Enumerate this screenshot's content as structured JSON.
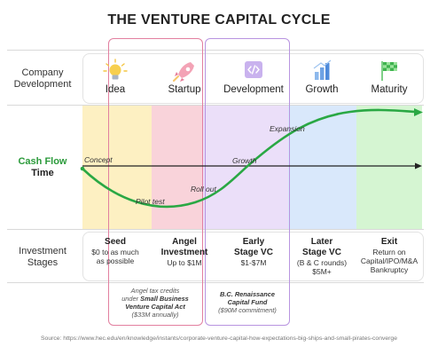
{
  "title": "THE VENTURE CAPITAL CYCLE",
  "rows": {
    "company_development": "Company Development",
    "cash_flow": "Cash Flow",
    "time": "Time",
    "investment_stages": "Investment Stages"
  },
  "stages": [
    {
      "label": "Idea",
      "icon": "lightbulb-icon",
      "color": "#fbe9a8"
    },
    {
      "label": "Startup",
      "icon": "rocket-icon",
      "color": "#f8c6cf"
    },
    {
      "label": "Development",
      "icon": "code-icon",
      "color": "#e2d3f7"
    },
    {
      "label": "Growth",
      "icon": "bar-chart-icon",
      "color": "#cfe1fa"
    },
    {
      "label": "Maturity",
      "icon": "flag-icon",
      "color": "#c9f2c6"
    }
  ],
  "curve_labels": {
    "concept": "Concept",
    "pilot_test": "Pilot test",
    "roll_out": "Roll out",
    "growth": "Growth",
    "expansion": "Expansion"
  },
  "investments": [
    {
      "title": "Seed",
      "line1": "$0 to as much",
      "line2": "as possible"
    },
    {
      "title": "Angel",
      "line1": "Investment",
      "line2": "Up to $1M"
    },
    {
      "title": "Early",
      "line1": "Stage VC",
      "line2": "$1-$7M"
    },
    {
      "title": "Later",
      "line1": "Stage VC",
      "line2": "(B & C rounds)",
      "line3": "$5M+"
    },
    {
      "title": "Exit",
      "line1": "Return on",
      "line2": "Capital/IPO/M&A",
      "line3": "Bankruptcy"
    }
  ],
  "notes": {
    "angel": {
      "line1": "Angel tax credits",
      "line2": "under ",
      "bold1": "Small Business",
      "bold2": "Venture Capital Act",
      "line4": "($33M annually)"
    },
    "bc": {
      "bold1": "B.C. Renaissance",
      "bold2": "Capital Fund",
      "line3": "($90M commitment)"
    }
  },
  "source": "Source: https://www.hec.edu/en/knowledge/instants/corporate-venture-capital-how-expectations-big-ships-and-small-pirates-converge",
  "colors": {
    "curve": "#2aa844",
    "cash_flow_label": "#2a9a3a",
    "startup_frame": "#e27fa0",
    "development_frame": "#b894e0"
  }
}
